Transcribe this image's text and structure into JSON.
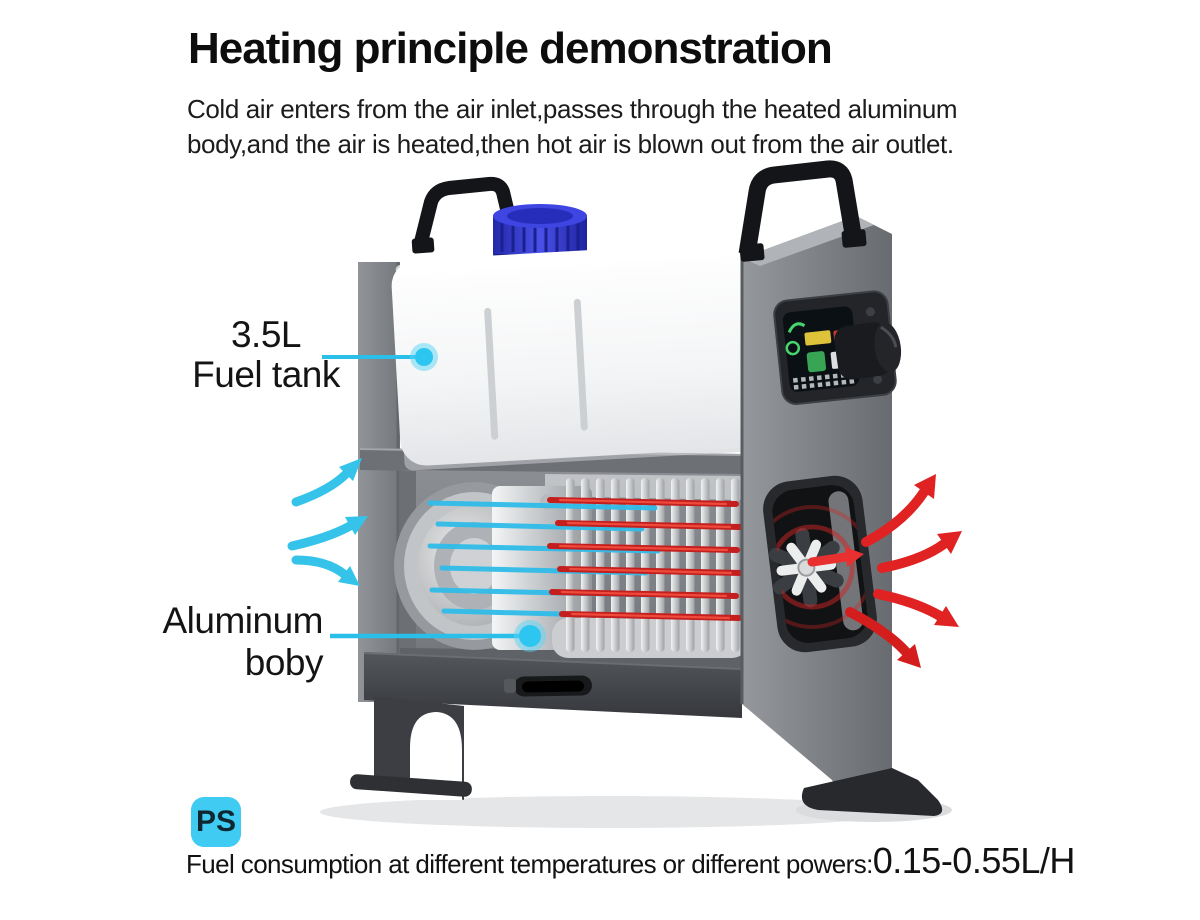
{
  "header": {
    "title": "Heating principle demonstration",
    "subtitle_line1": "Cold air enters from the air inlet,passes through the heated aluminum",
    "subtitle_line2": "body,and the air is heated,then hot air is blown out from the air outlet."
  },
  "callouts": {
    "fuel_tank": {
      "line1": "3.5L",
      "line2": "Fuel tank"
    },
    "aluminum_body": {
      "line1": "Aluminum",
      "line2": "boby"
    }
  },
  "footer": {
    "badge": "PS",
    "note": "Fuel consumption at different temperatures or different powers:",
    "value": "0.15-0.55L/H"
  },
  "illustration": {
    "cold_air_arrow_count": 3,
    "hot_air_arrow_count": 5,
    "colors": {
      "callout_cyan": "#29bfe9",
      "cold_air_blue": "#2fbce8",
      "hot_air_red": "#dd2222",
      "fuel_cap_blue": "#3238cf",
      "tank_white": "#f8f9fa",
      "frame_gray": "#84878c",
      "base_dark": "#3c3e43"
    }
  }
}
